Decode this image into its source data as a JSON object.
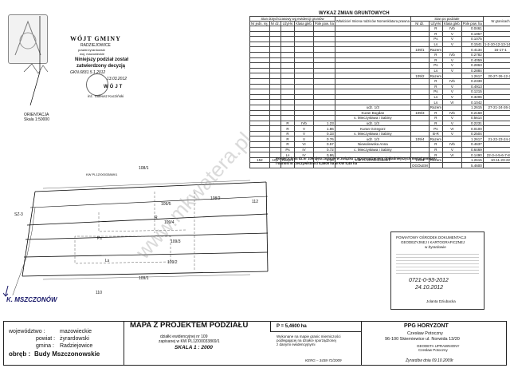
{
  "stamp_top": {
    "office": "WÓJT GMINY",
    "municipality": "RADZIEJOWICE",
    "district": "powiat żyrardowski",
    "voivodeship": "woj. mazowieckie",
    "approval_1": "Niniejszy podział został",
    "approval_2": "zatwierdzony decyzją",
    "decision_no": "GKN.6831.5.1.2012",
    "date": "13.03.2012",
    "role": "WÓJT",
    "signatory": "inż. Tadeusz Kucziński"
  },
  "orientation": {
    "label": "ORIENTACJA",
    "scale": "Skala 1:50000"
  },
  "changes_table": {
    "title": "WYKAZ ZMIAN GRUNTOWYCH",
    "group_left": "Stan dotychczasowy wg ewidencji gruntów",
    "group_right": "Stan po podziale",
    "headers_left": [
      "Nr jedn. rej.",
      "Nr dz.",
      "Użyt-ki",
      "Klasa gleb.",
      "Pole pow. ha"
    ],
    "header_owner": "Właściciel Imiona rodziców Nomenklatura prawna",
    "headers_right": [
      "Nr dz.",
      "Użyt-ki",
      "Klasa gleb.",
      "Pole pow. ha"
    ],
    "header_bounds": "W granicach",
    "rows": [
      {
        "l": [
          "",
          "",
          "",
          "",
          ""
        ],
        "o": "",
        "r": [
          "",
          "R",
          "IVb",
          "0.0461"
        ],
        "b": ""
      },
      {
        "l": [
          "",
          "",
          "",
          "",
          ""
        ],
        "o": "",
        "r": [
          "",
          "R",
          "V",
          "0.1957"
        ],
        "b": ""
      },
      {
        "l": [
          "",
          "",
          "",
          "",
          ""
        ],
        "o": "",
        "r": [
          "",
          "Ps",
          "V",
          "0.1075"
        ],
        "b": ""
      },
      {
        "l": [
          "",
          "",
          "",
          "",
          ""
        ],
        "o": "",
        "r": [
          "",
          "Ls",
          "V",
          "0.1541"
        ],
        "b": "1-2-10-12-13-14-15-"
      },
      {
        "l": [
          "",
          "",
          "",
          "",
          ""
        ],
        "o": "",
        "r": [
          "109/1",
          "Razem",
          "",
          "0.4134"
        ],
        "b": "16-17-1"
      },
      {
        "l": [
          "",
          "",
          "",
          "",
          ""
        ],
        "o": "",
        "r": [
          "",
          "R",
          "IVb",
          "0.2782"
        ],
        "b": ""
      },
      {
        "l": [
          "",
          "",
          "",
          "",
          ""
        ],
        "o": "",
        "r": [
          "",
          "R",
          "V",
          "0.4059"
        ],
        "b": ""
      },
      {
        "l": [
          "",
          "",
          "",
          "",
          ""
        ],
        "o": "",
        "r": [
          "",
          "Ps",
          "V",
          "0.2863"
        ],
        "b": ""
      },
      {
        "l": [
          "",
          "",
          "",
          "",
          ""
        ],
        "o": "",
        "r": [
          "",
          "Ls",
          "V",
          "0.2884"
        ],
        "b": ""
      },
      {
        "l": [
          "",
          "",
          "",
          "",
          ""
        ],
        "o": "",
        "r": [
          "109/2",
          "Razem",
          "",
          "1.2617"
        ],
        "b": "20-27-26-12-20"
      },
      {
        "l": [
          "",
          "",
          "",
          "",
          ""
        ],
        "o": "",
        "r": [
          "",
          "R",
          "IVb",
          "0.2339"
        ],
        "b": ""
      },
      {
        "l": [
          "",
          "",
          "",
          "",
          ""
        ],
        "o": "",
        "r": [
          "",
          "R",
          "V",
          "0.4913"
        ],
        "b": ""
      },
      {
        "l": [
          "",
          "",
          "",
          "",
          ""
        ],
        "o": "",
        "r": [
          "",
          "Ps",
          "V",
          "0.1215"
        ],
        "b": ""
      },
      {
        "l": [
          "",
          "",
          "",
          "",
          ""
        ],
        "o": "",
        "r": [
          "",
          "Ls",
          "V",
          "0.3206"
        ],
        "b": ""
      },
      {
        "l": [
          "",
          "",
          "",
          "",
          ""
        ],
        "o": "",
        "r": [
          "",
          "Ls",
          "VI",
          "0.1042"
        ],
        "b": ""
      },
      {
        "l": [
          "",
          "",
          "",
          "",
          ""
        ],
        "o": "udz. 1/3",
        "r": [
          "",
          "Razem",
          "",
          "1.2615"
        ],
        "b": "27-21-24-26-27"
      },
      {
        "l": [
          "",
          "",
          "",
          "",
          ""
        ],
        "o": "Kuran Bogdan",
        "r": [
          "109/3",
          "R",
          "IVb",
          "0.2168"
        ],
        "b": ""
      },
      {
        "l": [
          "",
          "",
          "",
          "",
          ""
        ],
        "o": "s. Mieczysława i Sabiny",
        "r": [
          "",
          "R",
          "V",
          "0.5614"
        ],
        "b": ""
      },
      {
        "l": [
          "",
          "",
          "R",
          "IVb",
          "1.23"
        ],
        "o": "udz. 1/3",
        "r": [
          "",
          "R",
          "V",
          "0.2231"
        ],
        "b": ""
      },
      {
        "l": [
          "",
          "",
          "R",
          "V",
          "1.86"
        ],
        "o": "Kuran Grzegorz",
        "r": [
          "",
          "Ps",
          "VI",
          "0.0100"
        ],
        "b": ""
      },
      {
        "l": [
          "",
          "",
          "R",
          "V",
          "0.33"
        ],
        "o": "s. Mieczysława i Sabiny",
        "r": [
          "",
          "B-R",
          "V",
          "0.2504"
        ],
        "b": ""
      },
      {
        "l": [
          "",
          "",
          "R",
          "V",
          "0.76"
        ],
        "o": "udz. 1/3",
        "r": [
          "109/4",
          "Razem",
          "",
          "1.2617"
        ],
        "b": "21-22-23-24-21"
      },
      {
        "l": [
          "",
          "",
          "R",
          "VI",
          "0.57"
        ],
        "o": "Niewolewska Anna",
        "r": [
          "",
          "R",
          "IVb",
          "0.4637"
        ],
        "b": ""
      },
      {
        "l": [
          "",
          "",
          "Ps",
          "IV",
          "0.72"
        ],
        "o": "c. Mieczysława i Sabiny",
        "r": [
          "",
          "R",
          "V",
          "0.6469"
        ],
        "b": ""
      },
      {
        "l": [
          "",
          "",
          "Ls",
          "IV",
          "0.86"
        ],
        "o": "",
        "r": [
          "",
          "R",
          "VI",
          "0.1490"
        ],
        "b": "22-3-4-5-6-7-8-9-"
      },
      {
        "l": [
          "152",
          "109",
          "Razem",
          "",
          "5.46"
        ],
        "o": "KW PL1Z/00033869/1",
        "r": [
          "109/5",
          "Razem",
          "",
          "1.2615"
        ],
        "b": "10-11-23-22"
      },
      {
        "l": [
          "",
          "",
          "",
          "",
          ""
        ],
        "o": "",
        "r": [
          "OGÓŁEM",
          "",
          "",
          "5.4600"
        ],
        "b": ""
      }
    ]
  },
  "notes": {
    "line1": "Powierzchnia dz.nr 109 ujęta zmianie w związku z wprowadzeniem dokładniejszych metod pomiaru",
    "line2": "i wynosi w rzeczywistości 5,4600 ha w KW 5,45 ha"
  },
  "map": {
    "labels": [
      "108/1",
      "108/2",
      "109/5",
      "109/4",
      "109/3",
      "109/2",
      "109/1",
      "110",
      "112",
      "SZ-3",
      "Ps",
      "R",
      "Ls"
    ],
    "kw_label": "KW PL1Z/00033869/1",
    "road_label": "K. MSZCZONÓW",
    "watermark": "www.mkwatera.pl"
  },
  "cert_stamp": {
    "line1": "POWIATOWY OŚRODEK DOKUMENTACJI",
    "line2": "GEODEZYJNEJ I KARTOGRAFICZNEJ",
    "line3": "w Żyrardowie",
    "entry": "0721-0-93-2012",
    "date": "24.10.2012",
    "signer": "Jolanta Dziubacka"
  },
  "title_block": {
    "title": "MAPA Z PROJEKTEM PODZIAŁU",
    "area_label": "P = 5,4600 ha",
    "subtitle1": "działki ewidencyjnej nr 109",
    "subtitle2": "zapisanej w KW PL1Z/00033869/1",
    "scale": "SKALA 1 : 2000",
    "voiv_label": "województwo :",
    "voiv": "mazowieckie",
    "powiat_label": "powiat :",
    "powiat": "żyrardowski",
    "gmina_label": "gmina :",
    "gmina": "Radziejowice",
    "obreb_label": "obręb :",
    "obreb": "Budy Mszczonowskie",
    "note1": "Wykonane na mapie granic mierniczości",
    "note2": "podlegającej na działce sporządzonej",
    "note3": "z danymi ewidencyjnymi",
    "kerg": "KERG – 3438-72/2009",
    "firm": "PPG HORYZONT",
    "firm_owner": "Czesław Potoczny",
    "firm_addr": "96-100 Skierniewice ul. Norwida 13/20",
    "firm_stamp1": "GEODETA UPRAWNIONY",
    "firm_stamp2": "Czesław Potoczny",
    "firm_date": "Żyrardów dnia 09.10.2009r"
  }
}
